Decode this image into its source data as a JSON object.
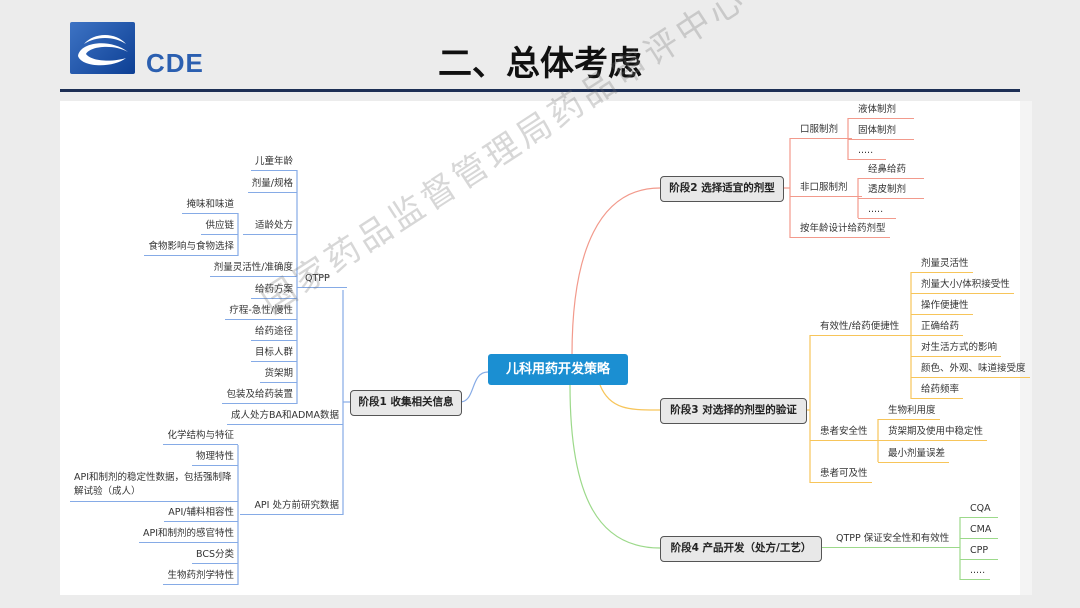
{
  "header": {
    "logo_text": "CDE",
    "title": "二、总体考虑"
  },
  "watermark": "国家药品监督管理局药品审评中心",
  "center": "儿科用药开发策略",
  "stage1": {
    "label": "阶段1 收集相关信息",
    "qtpp": {
      "label": "QTPP",
      "items": [
        "儿童年龄",
        "剂量/规格",
        "适龄处方",
        "剂量灵活性/准确度",
        "给药方案",
        "疗程-急性/慢性",
        "给药途径",
        "目标人群",
        "货架期",
        "包装及给药装置"
      ],
      "age_appropriate_sub": [
        "掩味和味道",
        "供应链",
        "食物影响与食物选择"
      ]
    },
    "adult": "成人处方BA和ADMA数据",
    "api": {
      "label": "API 处方前研究数据",
      "items": [
        "化学结构与特征",
        "物理特性",
        "API和制剂的稳定性数据，包括强制降解试验（成人）",
        "API/辅料相容性",
        "API和制剂的感官特性",
        "BCS分类",
        "生物药剂学特性"
      ]
    }
  },
  "stage2": {
    "label": "阶段2 选择适宜的剂型",
    "items": [
      "口服制剂",
      "非口服制剂",
      "按年龄设计给药剂型"
    ],
    "oral": [
      "液体制剂",
      "固体制剂",
      "....."
    ],
    "non_oral": [
      "经鼻给药",
      "透皮制剂",
      "....."
    ]
  },
  "stage3": {
    "label": "阶段3 对选择的剂型的验证",
    "items": [
      "有效性/给药便捷性",
      "患者安全性",
      "患者可及性"
    ],
    "efficacy": [
      "剂量灵活性",
      "剂量大小/体积接受性",
      "操作便捷性",
      "正确给药",
      "对生活方式的影响",
      "颜色、外观、味道接受度",
      "给药频率"
    ],
    "safety": [
      "生物利用度",
      "货架期及使用中稳定性",
      "最小剂量误差"
    ]
  },
  "stage4": {
    "label": "阶段4 产品开发（处方/工艺）",
    "qtpp": "QTPP 保证安全性和有效性",
    "items": [
      "CQA",
      "CMA",
      "CPP",
      "....."
    ]
  },
  "colors": {
    "center": "#1b8fd2",
    "stage1": "#86abe6",
    "stage2": "#f29a8c",
    "stage3": "#f7c55a",
    "stage4": "#9cd98a",
    "rule": "#1d2f55"
  }
}
